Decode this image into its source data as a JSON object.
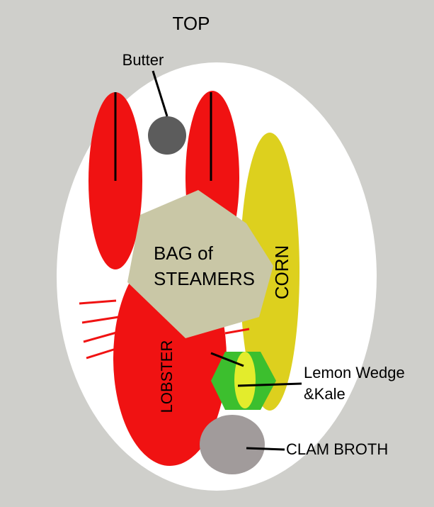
{
  "title": "TOP",
  "labels": {
    "butter": "Butter",
    "bag_line1": "BAG of",
    "bag_line2": "STEAMERS",
    "corn": "CORN",
    "lobster": "LOBSTER",
    "lemon_line1": "Lemon Wedge",
    "lemon_line2": "&Kale",
    "clam_broth": "CLAM BROTH"
  },
  "colors": {
    "background": "#cfcfcb",
    "plate": "#ffffff",
    "lobster": "#f01212",
    "butter": "#5c5c5c",
    "steamer_bag": "#c9c7a6",
    "corn": "#ddd01e",
    "kale": "#3cbf2e",
    "lemon": "#e3ec2c",
    "clam_broth": "#a19b9b",
    "lines": "#000000"
  }
}
